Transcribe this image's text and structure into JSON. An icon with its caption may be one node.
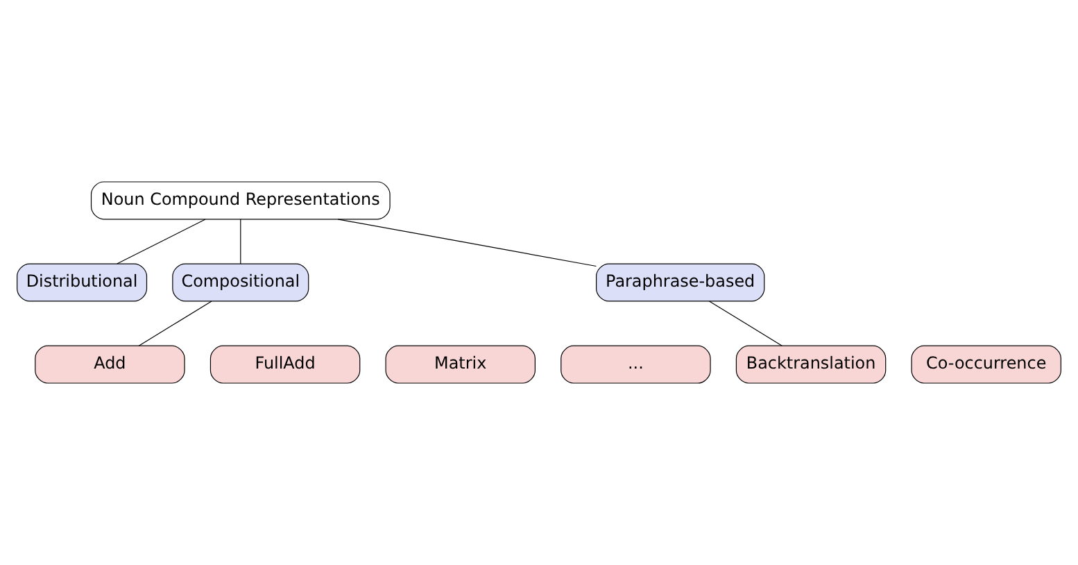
{
  "diagram": {
    "nodes": [
      {
        "text": [
          "Noun Compound Representations"
        ]
      },
      {
        "text": [
          "Distributional"
        ]
      },
      {
        "text": [
          "Compositional"
        ]
      },
      {
        "text": [
          "Paraphrase-based"
        ]
      },
      {
        "text": [
          "Add"
        ]
      },
      {
        "text": [
          "FullAdd"
        ]
      },
      {
        "text": [
          "Matrix"
        ]
      },
      {
        "text": [
          "..."
        ]
      },
      {
        "text": [
          "Backtranslation"
        ]
      },
      {
        "text": [
          "Co-occurrence"
        ]
      }
    ],
    "edges": [
      {
        "from": 0,
        "to": 1,
        "arrow": "none"
      },
      {
        "from": 0,
        "to": 2,
        "arrow": "none"
      },
      {
        "from": 0,
        "to": 3,
        "arrow": "none"
      },
      {
        "from": 2,
        "to": 4,
        "arrow": "none"
      },
      {
        "from": 3,
        "to": 8,
        "arrow": "none"
      }
    ]
  }
}
